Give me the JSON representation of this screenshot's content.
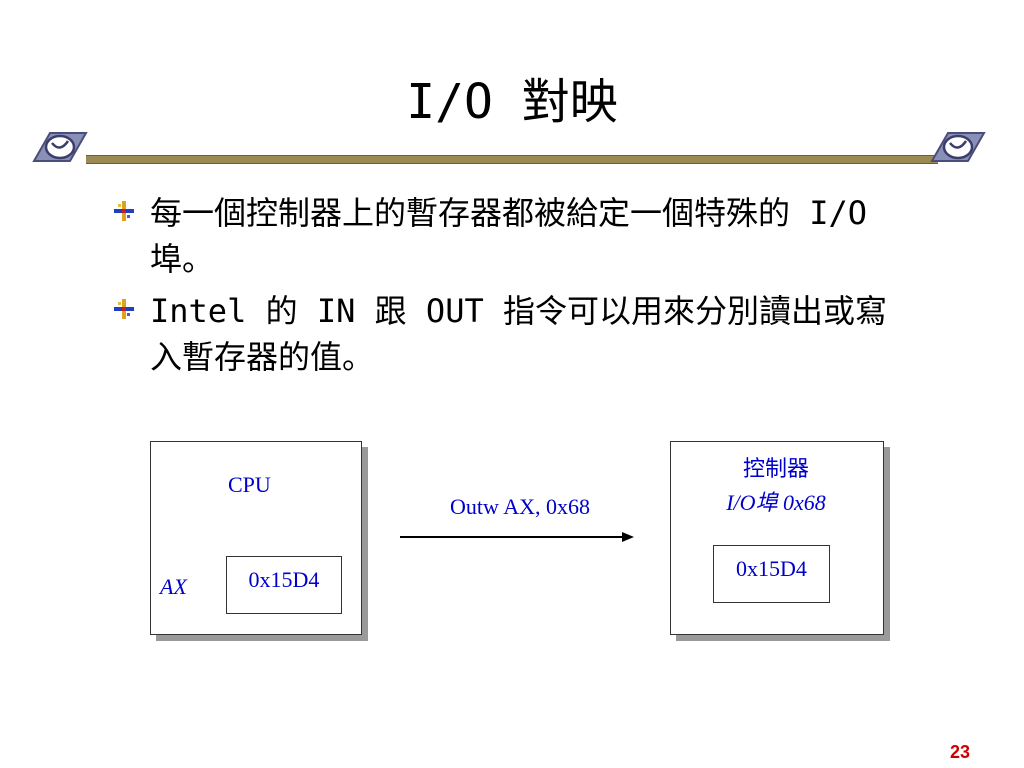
{
  "slide": {
    "title": "I/O 對映",
    "bullets": [
      {
        "text": "每一個控制器上的暫存器都被給定一個特殊的 I/O 埠。"
      },
      {
        "text": "Intel 的 IN 跟 OUT 指令可以用來分別讀出或寫入暫存器的值。"
      }
    ],
    "page_number": "23",
    "colors": {
      "diagram_text": "#0000cc",
      "title_bar": "#9c8a54",
      "page_number": "#cc0000"
    }
  },
  "diagram": {
    "cpu": {
      "label": "CPU",
      "register_name": "AX",
      "register_value": "0x15D4"
    },
    "instruction": "Outw AX, 0x68",
    "controller": {
      "label": "控制器",
      "port_label": "I/O埠 0x68",
      "register_value": "0x15D4"
    }
  }
}
